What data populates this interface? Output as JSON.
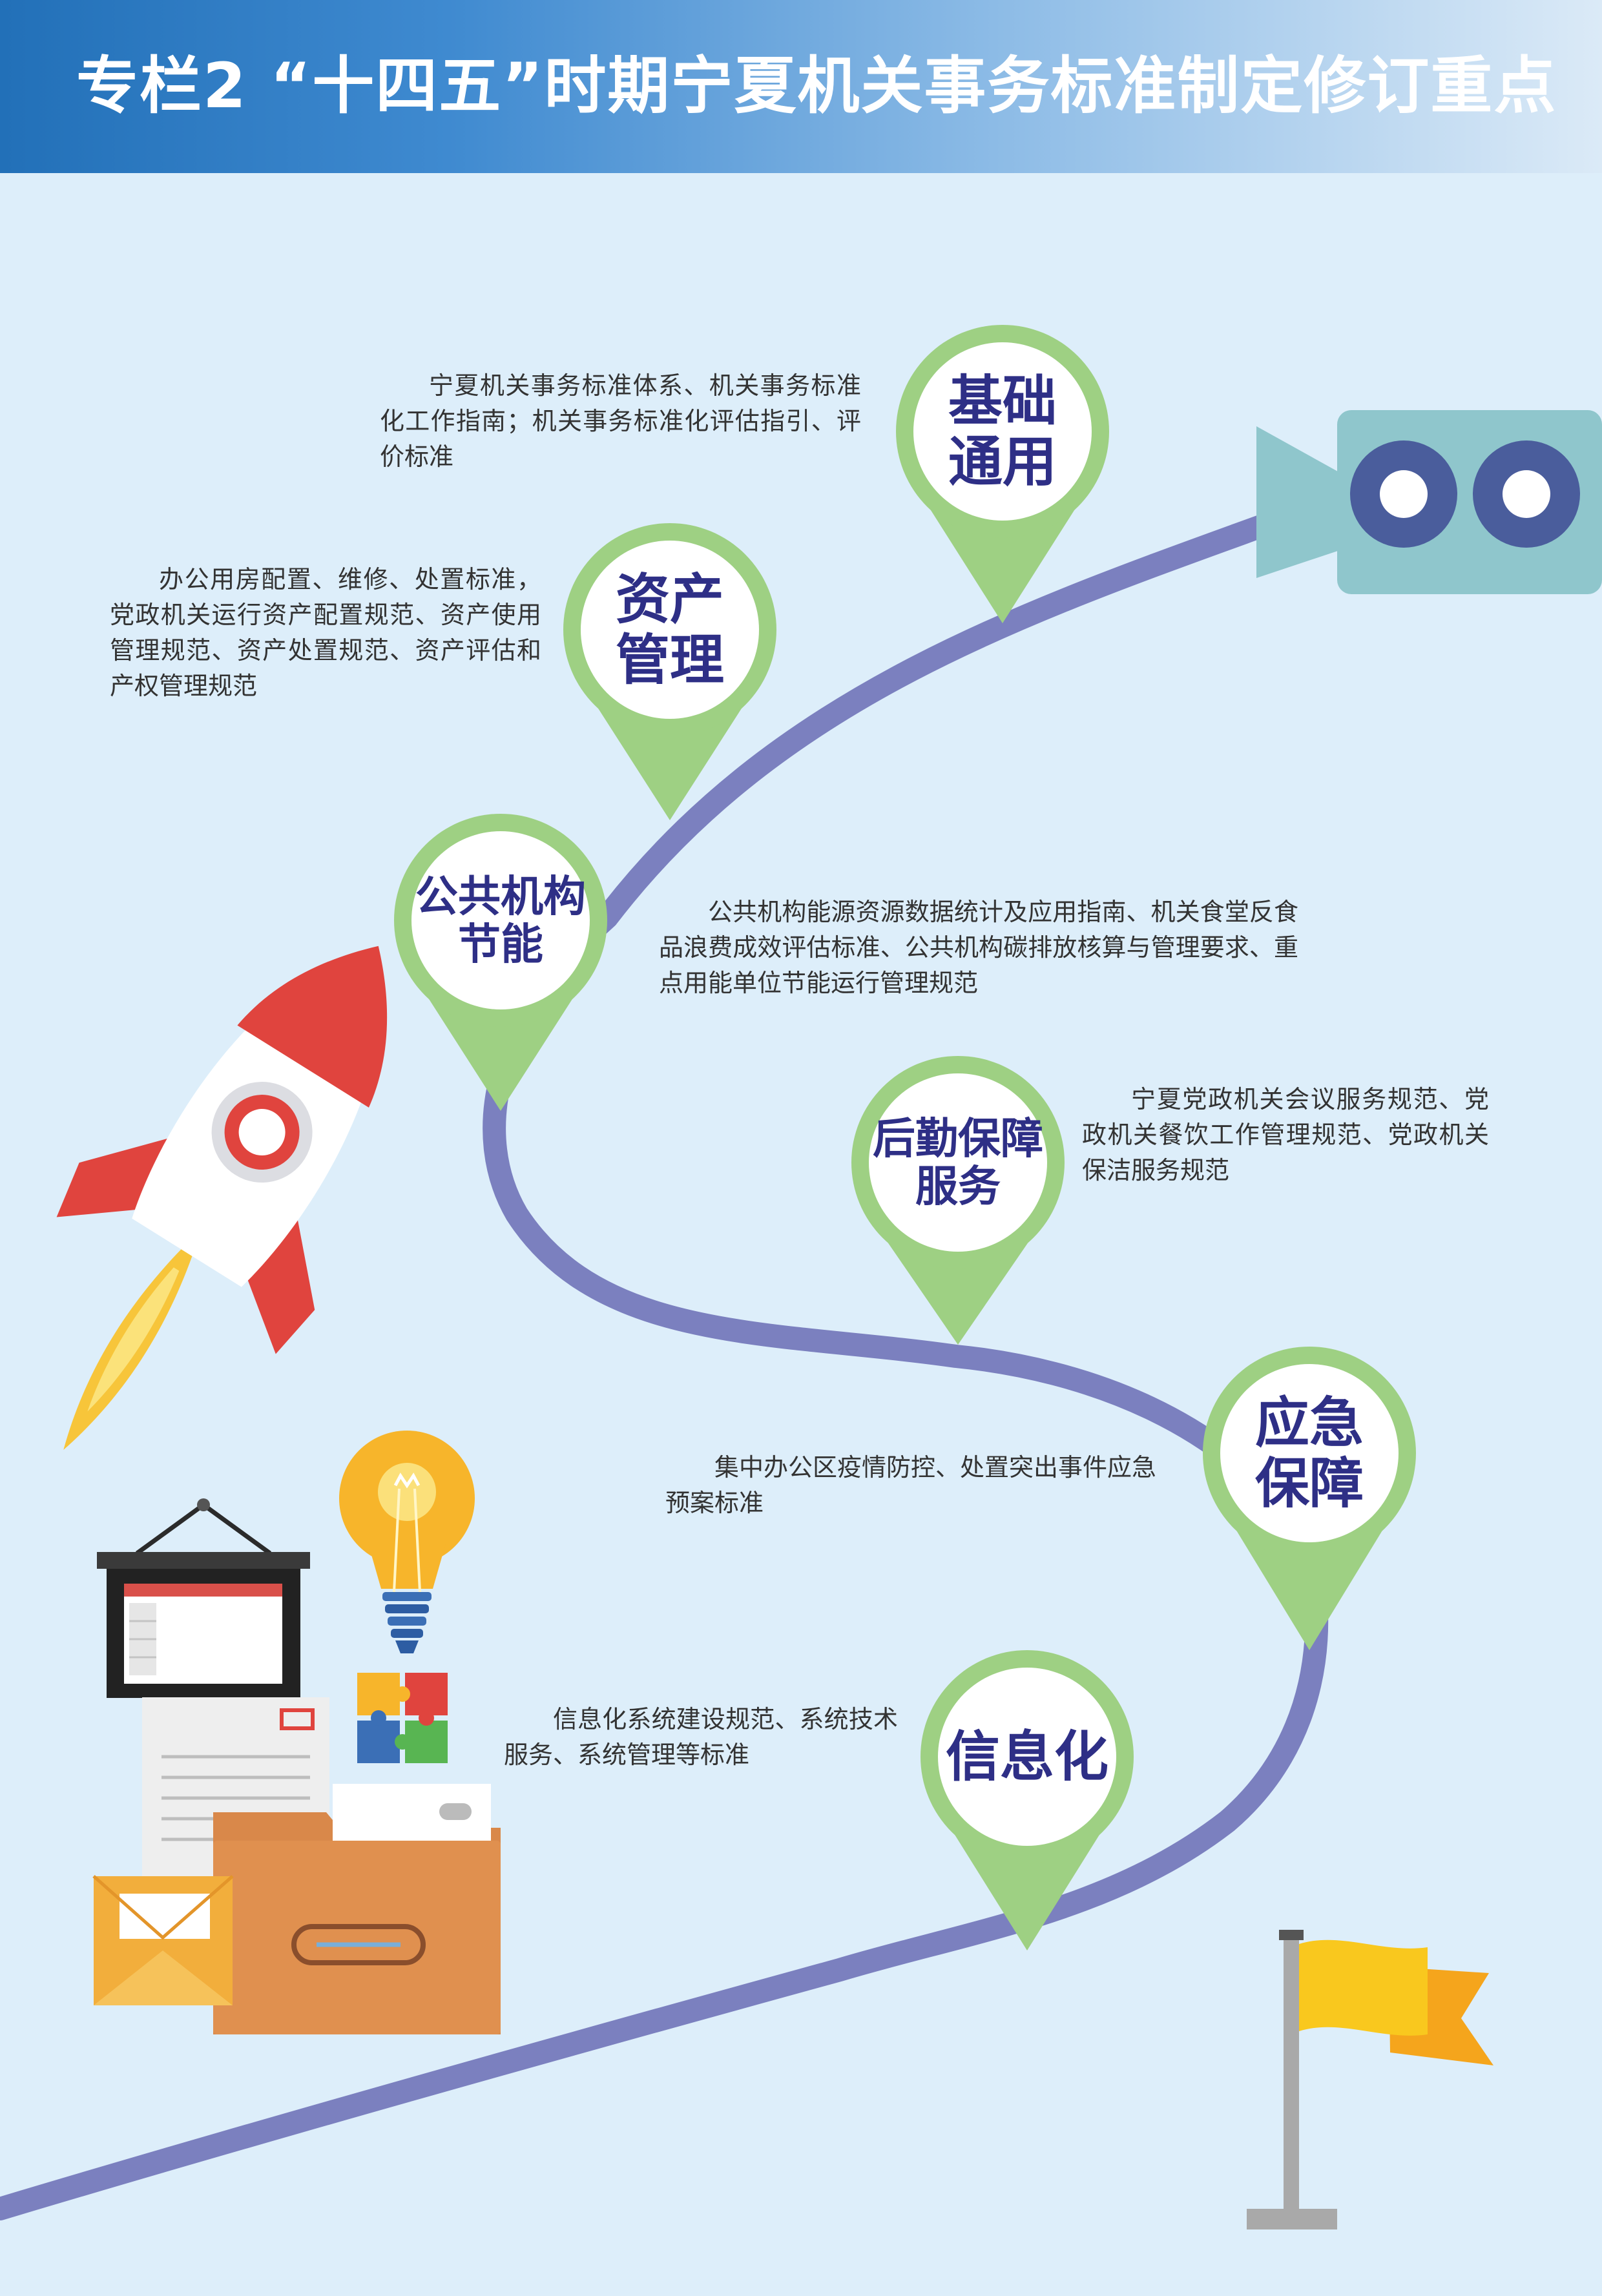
{
  "title": "专栏2 “十四五”时期宁夏机关事务标准制定修订重点",
  "colors": {
    "path": "#7b80bf",
    "pin_ring": "#9ed083",
    "pin_text": "#2e2f86",
    "header_start": "#2270b8",
    "background": "#ddeefa"
  },
  "milestones": [
    {
      "name": "基础通用",
      "lines": [
        "基础",
        "通用"
      ],
      "description": "宁夏机关事务标准体系、机关事务标准化工作指南；机关事务标准化评估指引、评价标准"
    },
    {
      "name": "资产管理",
      "lines": [
        "资产",
        "管理"
      ],
      "description": "办公用房配置、维修、处置标准，党政机关运行资产配置规范、资产使用管理规范、资产处置规范、资产评估和产权管理规范"
    },
    {
      "name": "公共机构节能",
      "lines": [
        "公共机构",
        "节能"
      ],
      "description": "公共机构能源资源数据统计及应用指南、机关食堂反食品浪费成效评估标准、公共机构碳排放核算与管理要求、重点用能单位节能运行管理规范"
    },
    {
      "name": "后勤保障服务",
      "lines": [
        "后勤保障",
        "服务"
      ],
      "description": "宁夏党政机关会议服务规范、党政机关餐饮工作管理规范、党政机关保洁服务规范"
    },
    {
      "name": "应急保障",
      "lines": [
        "应急",
        "保障"
      ],
      "description": "集中办公区疫情防控、处置突出事件应急预案标准"
    },
    {
      "name": "信息化",
      "lines": [
        "信息化"
      ],
      "description": "信息化系统建设规范、系统技术服务、系统管理等标准"
    }
  ],
  "icons": [
    "camera-icon",
    "rocket-icon",
    "light-bulb-icon",
    "puzzle-icon",
    "presentation-board-icon",
    "document-icon",
    "folder-icon",
    "envelope-icon",
    "goal-flag-icon"
  ]
}
